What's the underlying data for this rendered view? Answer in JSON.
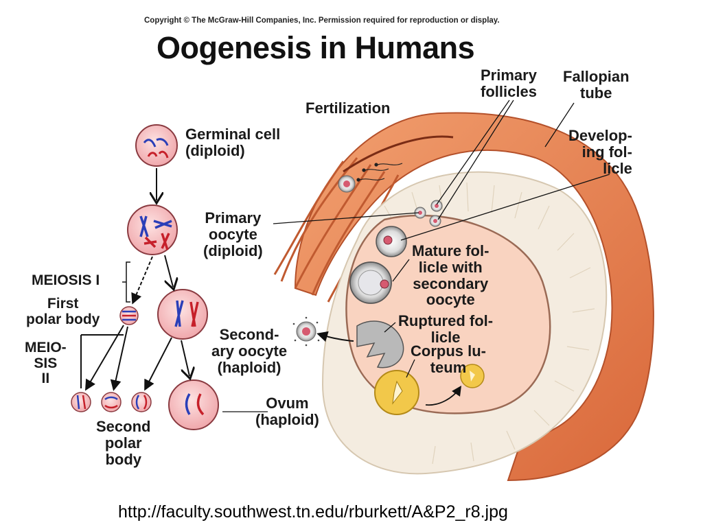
{
  "header": {
    "copyright": "Copyright © The McGraw-Hill Companies, Inc. Permission required for reproduction or display.",
    "title": "Oogenesis in Humans"
  },
  "labels": {
    "fertilization": "Fertilization",
    "primary_follicles": "Primary\nfollicles",
    "fallopian_tube": "Fallopian\ntube",
    "developing_follicle": "Develop-\ning fol-\nlicle",
    "germinal_cell": "Germinal cell\n(diploid)",
    "primary_oocyte": "Primary\noocyte\n(diploid)",
    "mature_follicle": "Mature fol-\nlicle with\nsecondary\noocyte",
    "ruptured_follicle": "Ruptured fol-\nlicle",
    "corpus_luteum": "Corpus lu-\nteum",
    "meiosis_i": "MEIOSIS I",
    "first_polar_body": "First\npolar body",
    "meiosis_ii": "MEIO-\nSIS\nII",
    "secondary_oocyte": "Second-\nary oocyte\n(haploid)",
    "ovum": "Ovum\n(haploid)",
    "second_polar_body": "Second\npolar\nbody"
  },
  "footer": {
    "url": "http://faculty.southwest.tn.edu/rburkett/A&P2_r8.jpg"
  },
  "colors": {
    "cell_fill": "#f6c6c8",
    "cell_stroke": "#8a3a40",
    "chromosome_blue": "#2a3fb8",
    "chromosome_red": "#c6202a",
    "ovary_fill": "#f9d3c0",
    "tube_orange": "#e98a55",
    "corpus_yellow": "#f2c84a"
  }
}
